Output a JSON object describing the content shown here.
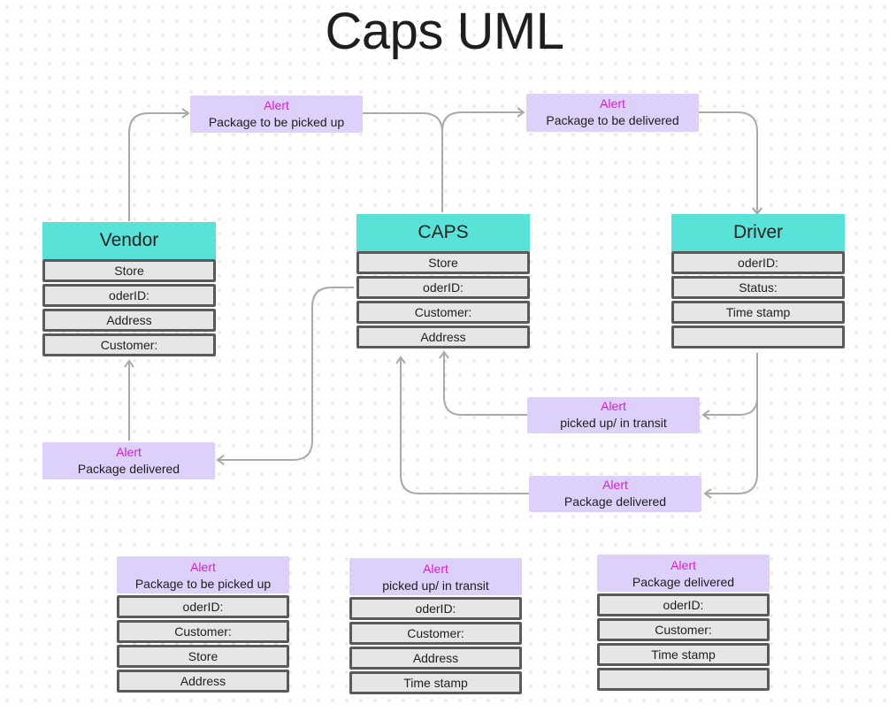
{
  "title": "Caps UML",
  "colors": {
    "entity_header": "#59e3d8",
    "row_fill": "#e6e6e6",
    "row_border": "#5a5a5a",
    "alert_fill": "#ddd0fb",
    "alert_tag": "#d51fd9",
    "connector": "#aaaaaa"
  },
  "entities": {
    "vendor": {
      "name": "Vendor",
      "fields": [
        "Store",
        "oderID:",
        "Address",
        "Customer:"
      ]
    },
    "caps": {
      "name": "CAPS",
      "fields": [
        "Store",
        "oderID:",
        "Customer:",
        "Address"
      ]
    },
    "driver": {
      "name": "Driver",
      "fields": [
        "oderID:",
        "Status:",
        "Time stamp",
        ""
      ]
    }
  },
  "alerts": {
    "vendor_to_caps": {
      "tag": "Alert",
      "text": "Package to be picked up"
    },
    "caps_to_driver": {
      "tag": "Alert",
      "text": "Package to be delivered"
    },
    "driver_picked_up": {
      "tag": "Alert",
      "text": "picked up/ in transit"
    },
    "driver_delivered": {
      "tag": "Alert",
      "text": "Package delivered"
    },
    "caps_to_vendor": {
      "tag": "Alert",
      "text": "Package delivered"
    }
  },
  "messages": {
    "pickup": {
      "tag": "Alert",
      "text": "Package to be picked up",
      "fields": [
        "oderID:",
        "Customer:",
        "Store",
        "Address"
      ]
    },
    "in_transit": {
      "tag": "Alert",
      "text": "picked up/ in transit",
      "fields": [
        "oderID:",
        "Customer:",
        "Address",
        "Time stamp"
      ]
    },
    "delivered": {
      "tag": "Alert",
      "text": "Package delivered",
      "fields": [
        "oderID:",
        "Customer:",
        "Time stamp",
        ""
      ]
    }
  }
}
